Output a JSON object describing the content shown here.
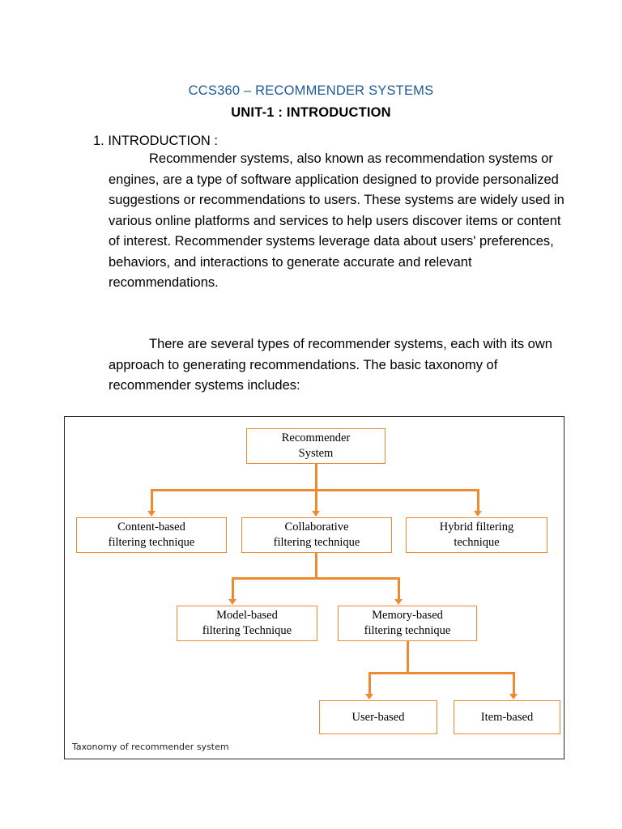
{
  "document": {
    "title": "CCS360 – RECOMMENDER SYSTEMS",
    "subtitle": "UNIT-1 :  INTRODUCTION",
    "section_heading": "1. INTRODUCTION :",
    "paragraph_1": "Recommender systems, also known as recommendation systems or engines, are a type of software application designed to provide personalized suggestions or recommendations to users. These systems are widely used in various online platforms and services to help users discover items or content of interest. Recommender systems leverage data about users' preferences, behaviors, and interactions to generate accurate and relevant recommendations.",
    "paragraph_2": "There are several types of recommender systems, each with its own approach to generating recommendations. The basic taxonomy of recommender systems includes:"
  },
  "figure": {
    "caption": "Taxonomy of recommender system",
    "accent_color": "#ED8B33",
    "border_color": "#2a2a2a",
    "nodes": {
      "root": "Recommender\nSystem",
      "root_line1": "Recommender",
      "root_line2": "System",
      "content_based_l1": "Content-based",
      "content_based_l2": "filtering technique",
      "collaborative_l1": "Collaborative",
      "collaborative_l2": "filtering technique",
      "hybrid_l1": "Hybrid filtering",
      "hybrid_l2": "technique",
      "model_based_l1": "Model-based",
      "model_based_l2": "filtering Technique",
      "memory_based_l1": "Memory-based",
      "memory_based_l2": "filtering technique",
      "user_based": "User-based",
      "item_based": "Item-based"
    }
  }
}
